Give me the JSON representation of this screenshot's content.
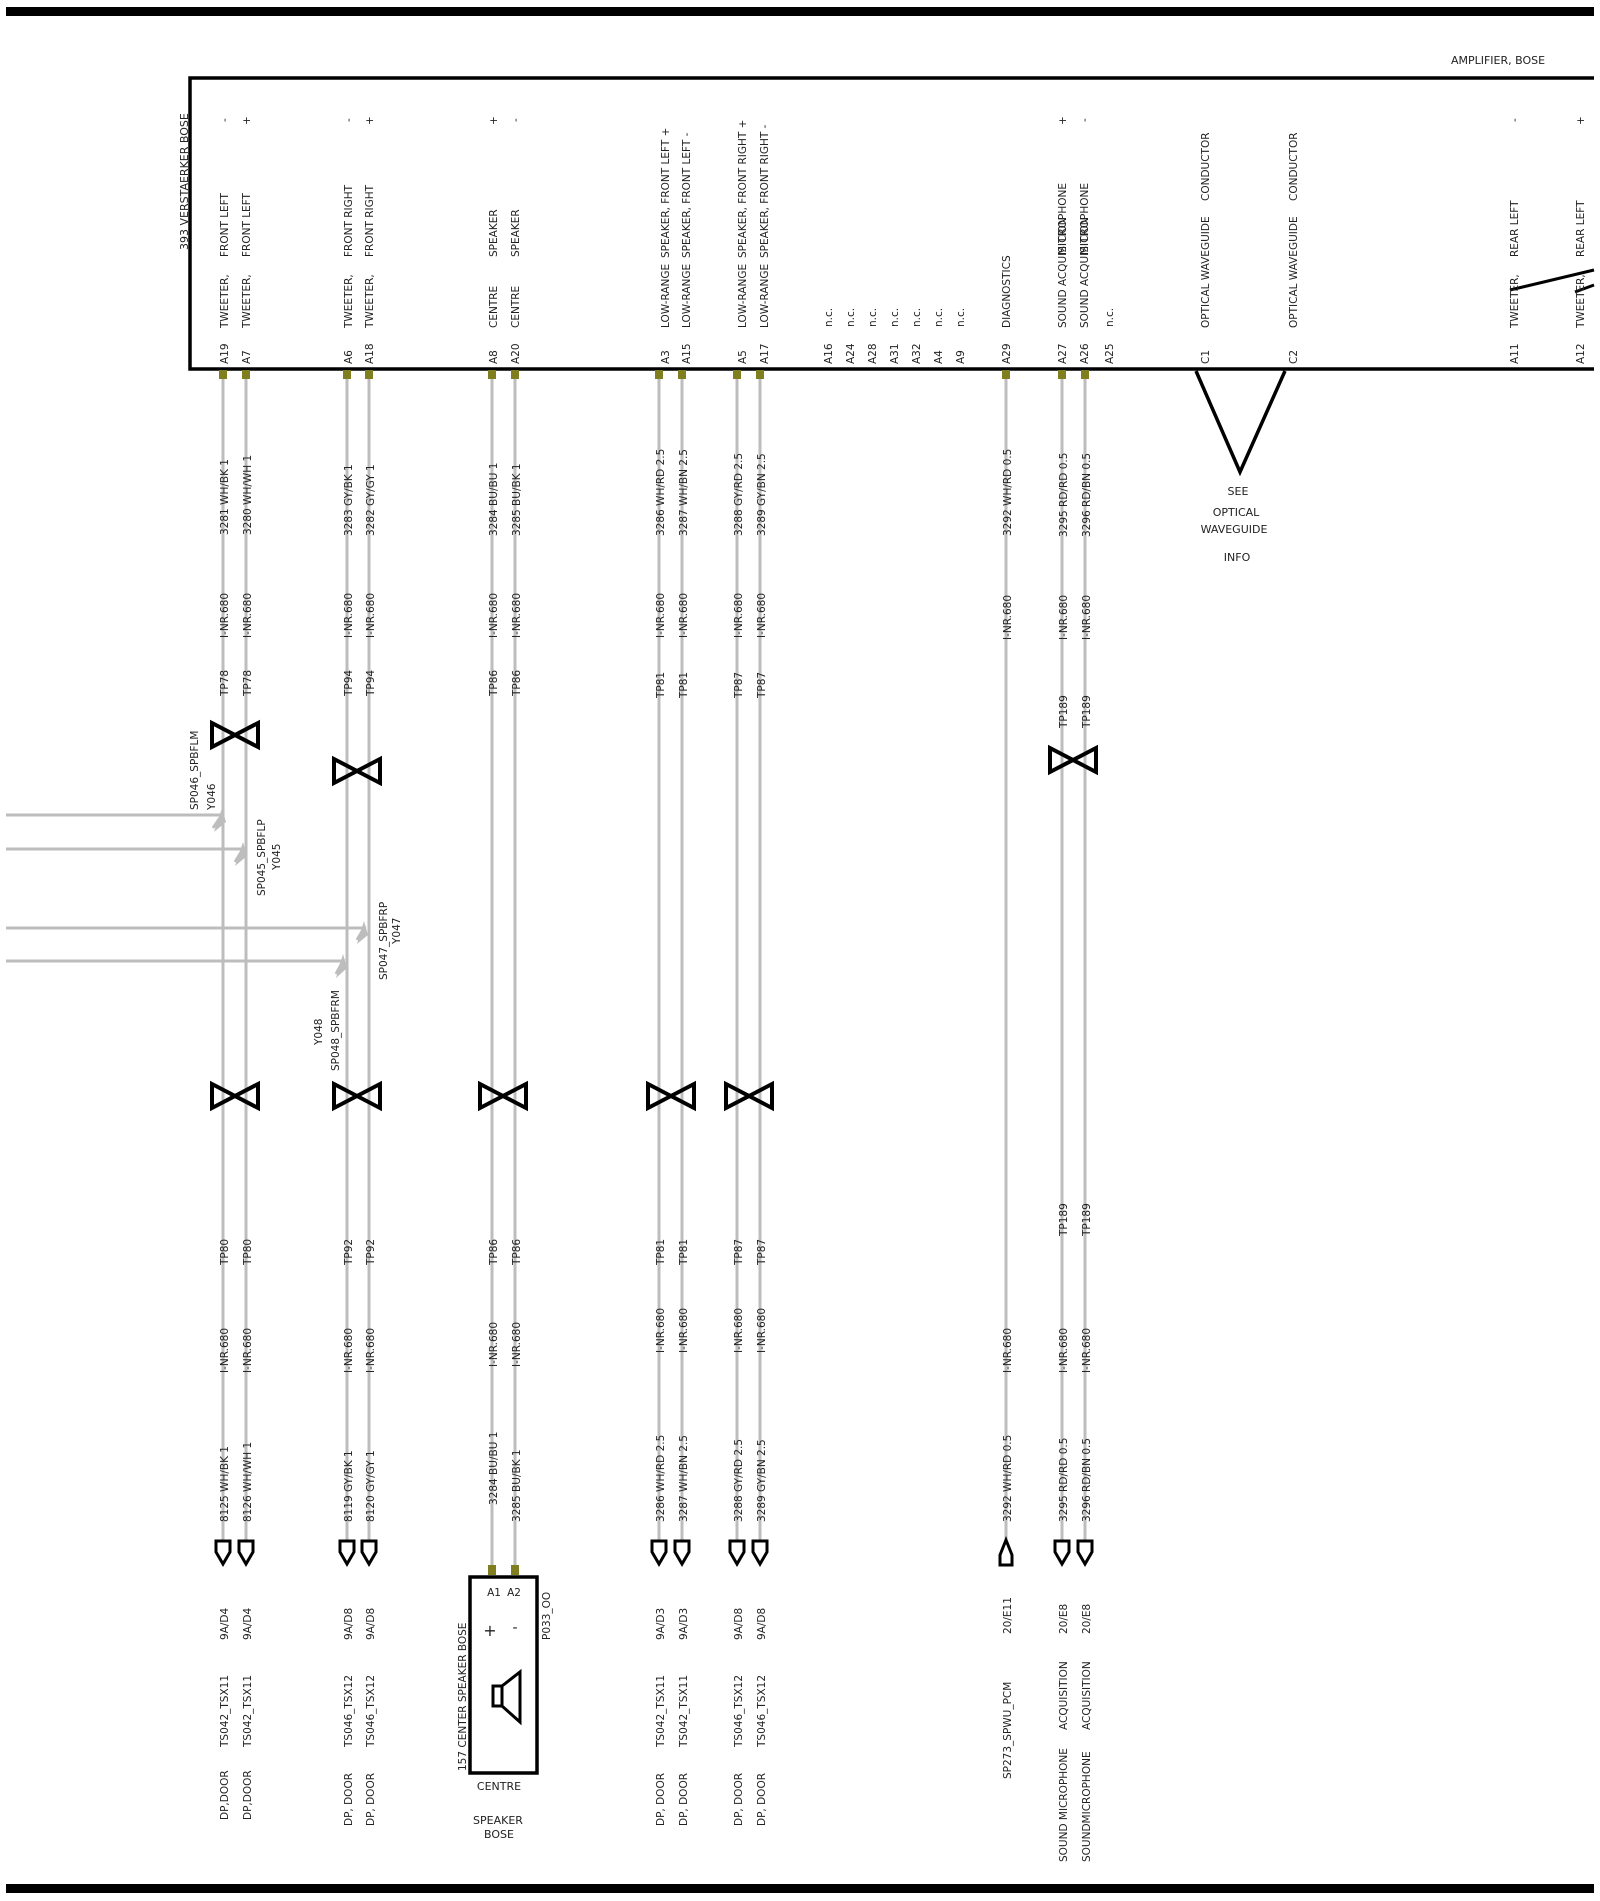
{
  "frame_bars": {
    "color": "#000000"
  },
  "colors": {
    "wire": "#bdbdbd",
    "pin": "#7f7f20",
    "outline": "#000000"
  },
  "amplifier": {
    "title": "AMPLIFIER, BOSE",
    "component": "393  VERSTAERKER BOSE",
    "pins": [
      {
        "id": "A19",
        "func1": "TWEETER,",
        "func2": "FRONT LEFT",
        "sign": "-"
      },
      {
        "id": "A7",
        "func1": "TWEETER,",
        "func2": "FRONT LEFT",
        "sign": "+"
      },
      {
        "id": "A6",
        "func1": "TWEETER,",
        "func2": "FRONT RIGHT",
        "sign": "-"
      },
      {
        "id": "A18",
        "func1": "TWEETER,",
        "func2": "FRONT RIGHT",
        "sign": "+"
      },
      {
        "id": "A8",
        "func1": "CENTRE",
        "func2": "SPEAKER",
        "sign": "+"
      },
      {
        "id": "A20",
        "func1": "CENTRE",
        "func2": "SPEAKER",
        "sign": "-"
      },
      {
        "id": "A3",
        "func1": "LOW-RANGE",
        "func2": "SPEAKER, FRONT   LEFT +"
      },
      {
        "id": "A15",
        "func1": "LOW-RANGE",
        "func2": "SPEAKER, FRONT   LEFT -"
      },
      {
        "id": "A5",
        "func1": "LOW-RANGE",
        "func2": "SPEAKER, FRONT RIGHT +"
      },
      {
        "id": "A17",
        "func1": "LOW-RANGE",
        "func2": "SPEAKER, FRONT RIGHT -"
      },
      {
        "id": "A16",
        "func1": "n.c."
      },
      {
        "id": "A24",
        "func1": "n.c."
      },
      {
        "id": "A28",
        "func1": "n.c."
      },
      {
        "id": "A31",
        "func1": "n.c."
      },
      {
        "id": "A32",
        "func1": "n.c."
      },
      {
        "id": "A4",
        "func1": "n.c."
      },
      {
        "id": "A9",
        "func1": "n.c."
      },
      {
        "id": "A29",
        "func1": "DIAGNOSTICS"
      },
      {
        "id": "A27",
        "func1": "SOUND ACQUISITION",
        "func2": "MICROPHONE",
        "sign": "+"
      },
      {
        "id": "A26",
        "func1": "SOUND  ACQUISITION",
        "func2": "MICROPHONE",
        "sign": "-"
      },
      {
        "id": "A25",
        "func1": "n.c."
      },
      {
        "id": "C1",
        "func1": "OPTICAL WAVEGUIDE",
        "func2": "CONDUCTOR"
      },
      {
        "id": "C2",
        "func1": "OPTICAL WAVEGUIDE",
        "func2": "CONDUCTOR"
      },
      {
        "id": "A11",
        "func1": "TWEETER,",
        "func2": "REAR LEFT",
        "sign": "-"
      },
      {
        "id": "A12",
        "func1": "TWEETER,",
        "func2": "REAR LEFT",
        "sign": "+"
      }
    ]
  },
  "wires": [
    {
      "wire_top": "3281 WH/BK 1",
      "tp_top": "TP78",
      "tp_bottom": "TP80",
      "wire_bottom": "8125 WH/BK 1",
      "dest_pin": "9A/D4",
      "dest_conn": "TS042_TSX11",
      "dest_loc": "DP,DOOR"
    },
    {
      "wire_top": "3280 WH/WH 1",
      "tp_top": "TP78",
      "tp_bottom": "TP80",
      "wire_bottom": "8126 WH/WH 1",
      "dest_pin": "9A/D4",
      "dest_conn": "TS042_TSX11",
      "dest_loc": "DP,DOOR"
    },
    {
      "wire_top": "3283 GY/BK 1",
      "tp_top": "TP94",
      "tp_bottom": "TP92",
      "wire_bottom": "8119 GY/BK 1",
      "dest_pin": "9A/D8",
      "dest_conn": "TS046_TSX12",
      "dest_loc": "DP,  DOOR"
    },
    {
      "wire_top": "3282 GY/GY 1",
      "tp_top": "TP94",
      "tp_bottom": "TP92",
      "wire_bottom": "8120 GY/GY 1",
      "dest_pin": "9A/D8",
      "dest_conn": "TS046_TSX12",
      "dest_loc": "DP,  DOOR"
    },
    {
      "wire_top": "3284 BU/BU 1",
      "tp_top": "TP86",
      "tp_bottom": "TP86",
      "wire_bottom": "3284 BU/BU 1"
    },
    {
      "wire_top": "3285 BU/BK 1",
      "tp_top": "TP86",
      "tp_bottom": "TP86",
      "wire_bottom": "3285 BU/BK 1"
    },
    {
      "wire_top": "3286 WH/RD 2.5",
      "tp_top": "TP81",
      "tp_bottom": "TP81",
      "wire_bottom": "3286 WH/RD 2.5",
      "dest_pin": "9A/D3",
      "dest_conn": "TS042_TSX11",
      "dest_loc": "DP,  DOOR"
    },
    {
      "wire_top": "3287 WH/BN 2.5",
      "tp_top": "TP81",
      "tp_bottom": "TP81",
      "wire_bottom": "3287 WH/BN 2.5",
      "dest_pin": "9A/D3",
      "dest_conn": "TS042_TSX11",
      "dest_loc": "DP,  DOOR"
    },
    {
      "wire_top": "3288 GY/RD 2.5",
      "tp_top": "TP87",
      "tp_bottom": "TP87",
      "wire_bottom": "3288 GY/RD 2.5",
      "dest_pin": "9A/D8",
      "dest_conn": "TS046_TSX12",
      "dest_loc": "DP,  DOOR"
    },
    {
      "wire_top": "3289 GY/BN 2.5",
      "tp_top": "TP87",
      "tp_bottom": "TP87",
      "wire_bottom": "3289 GY/BN 2.5",
      "dest_pin": "9A/D8",
      "dest_conn": "TS046_TSX12",
      "dest_loc": "DP,  DOOR"
    },
    {
      "wire_top": "3292 WH/RD 0.5",
      "wire_bottom": "3292 WH/RD 0.5",
      "dest_pin": "20/E11",
      "dest_conn": "SP273_SPWU_PCM"
    },
    {
      "wire_top": "3295 RD/RD 0.5",
      "tp_top": "TP189",
      "tp_bottom": "TP189",
      "wire_bottom": "3295 RD/RD 0.5",
      "dest_pin": "20/E8",
      "dest_conn": "ACQUISITION",
      "dest_loc": "SOUND MICROPHONE"
    },
    {
      "wire_top": "3296 RD/BN 0.5",
      "tp_top": "TP189",
      "tp_bottom": "TP189",
      "wire_bottom": "3296 RD/BN 0.5",
      "dest_pin": "20/E8",
      "dest_conn": "ACQUISITION",
      "dest_loc": "SOUNDMICROPHONE"
    }
  ],
  "inr": "I-NR.680",
  "optical_note": {
    "l1": "SEE",
    "l2": "OPTICAL",
    "l3": "WAVEGUIDE",
    "l4": "INFO"
  },
  "splices": [
    {
      "name": "SP046_SPBFLM",
      "id": "Y046"
    },
    {
      "name": "SP045_SPBFLP",
      "id": "Y045"
    },
    {
      "name": "SP047_SPBFRP",
      "id": "Y047"
    },
    {
      "name": "Y048",
      "id": "SP048_SPBFRM"
    }
  ],
  "center_speaker": {
    "component": "157  CENTER  SPEAKER BOSE",
    "pin1": "A1",
    "pin2": "A2",
    "plus": "+",
    "minus": "-",
    "connector": "P033_OO",
    "label": "CENTRE",
    "caption1": "SPEAKER",
    "caption2": "BOSE",
    "icon": "speaker-icon"
  }
}
